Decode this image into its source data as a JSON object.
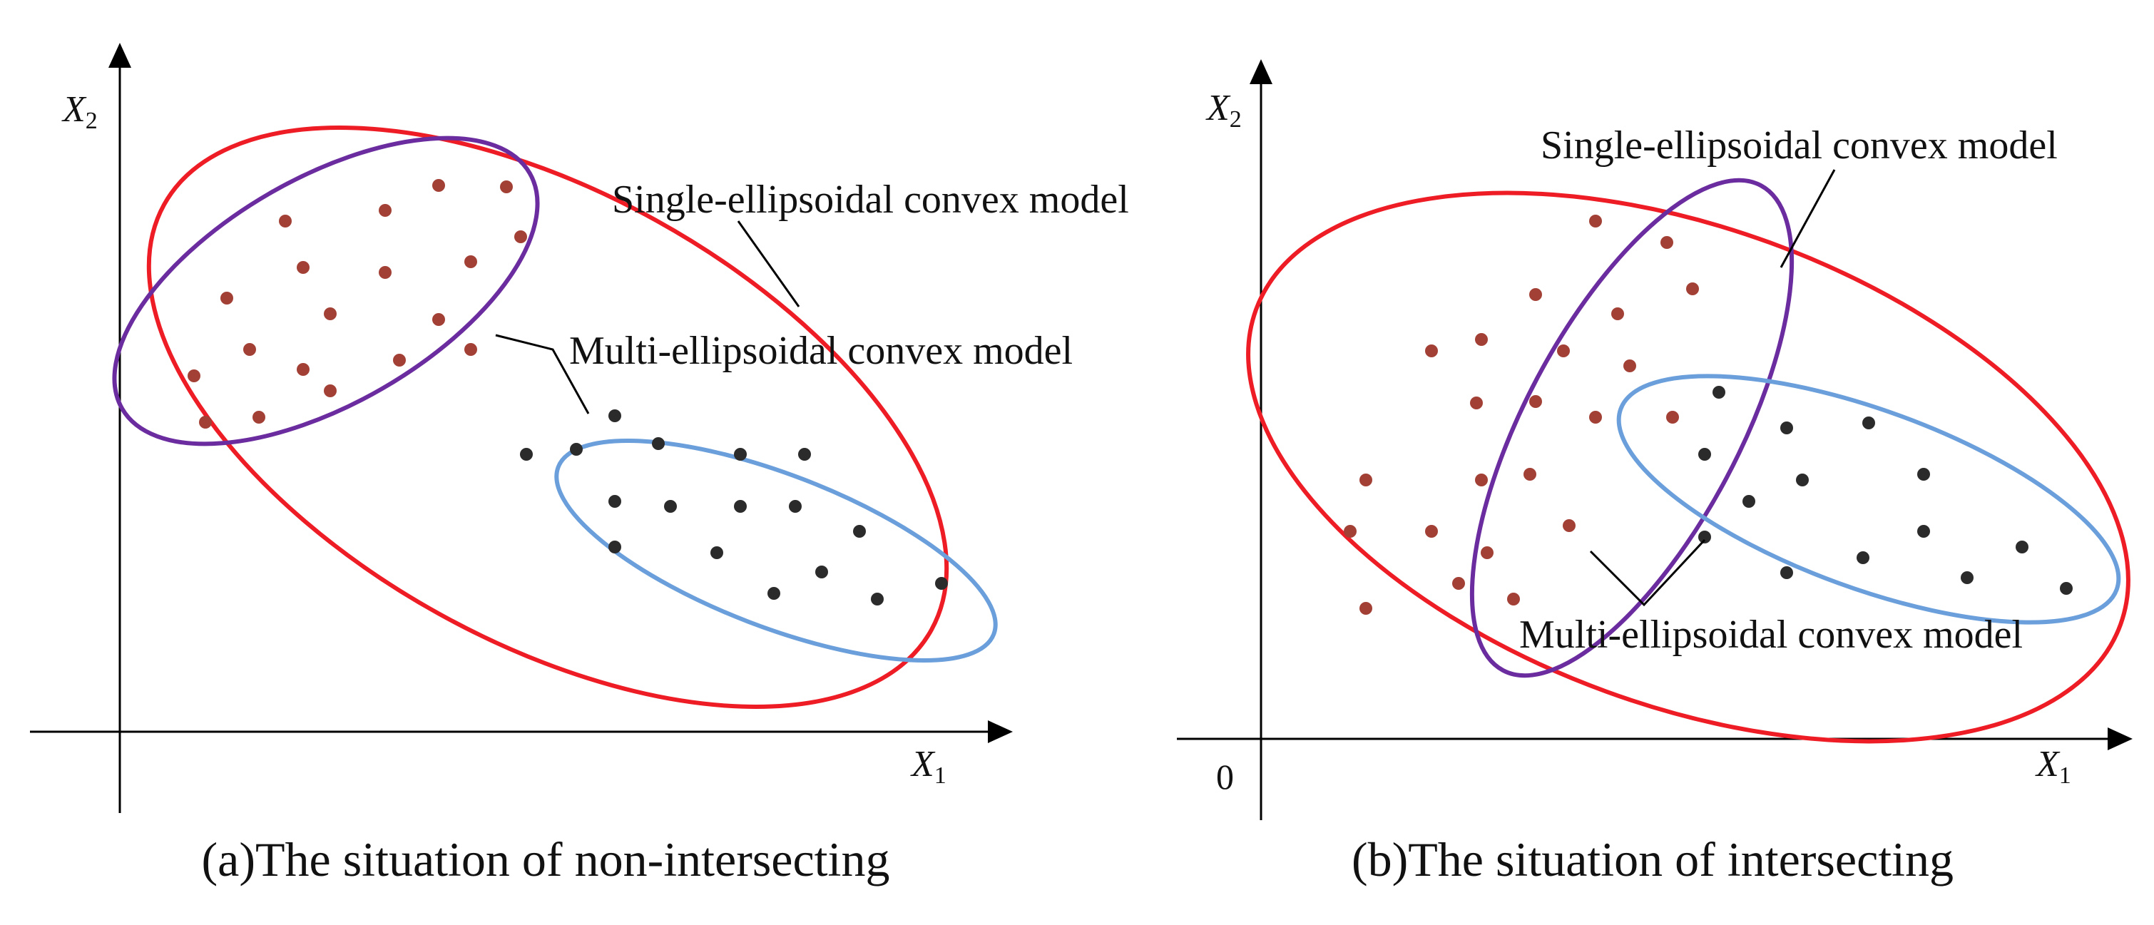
{
  "colors": {
    "single_ellipse": "#ee1c25",
    "multi_ellipse_a": "#6a2c9e",
    "multi_ellipse_b": "#6a9fdb",
    "red_dots": "#a34036",
    "black_dots": "#2b2b2b",
    "axis": "#000000"
  },
  "panel_a": {
    "caption": "(a)The situation of non-intersecting",
    "x_axis_var": "X",
    "x_axis_sub": "1",
    "y_axis_var": "X",
    "y_axis_sub": "2",
    "label_single": "Single-ellipsoidal convex model",
    "label_multi": "Multi-ellipsoidal convex model"
  },
  "panel_b": {
    "caption": "(b)The situation of intersecting",
    "origin_label": "0",
    "x_axis_var": "X",
    "x_axis_sub": "1",
    "y_axis_var": "X",
    "y_axis_sub": "2",
    "label_single": "Single-ellipsoidal convex model",
    "label_multi": "Multi-ellipsoidal convex model"
  }
}
